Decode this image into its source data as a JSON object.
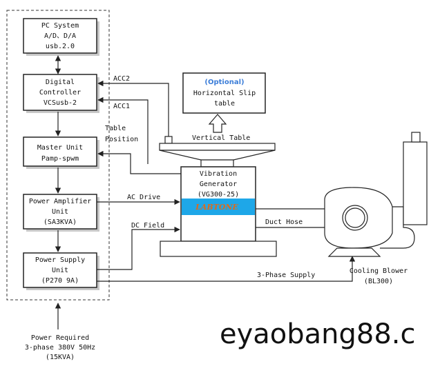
{
  "blocks": {
    "pc": [
      "PC System",
      "A/D、D/A",
      "usb.2.0"
    ],
    "controller": [
      "Digital",
      "Controller",
      "VCSusb-2"
    ],
    "master": [
      "Master Unit",
      "Pamp-spwm"
    ],
    "amplifier": [
      "Power Amplifier",
      "Unit",
      "(SA3KVA)"
    ],
    "supply": [
      "Power Supply",
      "Unit",
      "(P270 9A)"
    ],
    "slip": {
      "optional": "(Optional)",
      "line1": "Horizontal Slip",
      "line2": "table"
    },
    "generator": [
      "Vibration",
      "Generator",
      "(VG300-25)"
    ],
    "brand": "LABTONE"
  },
  "labels": {
    "acc2": "ACC2",
    "acc1": "ACC1",
    "table_position": [
      "Table",
      "Position"
    ],
    "vertical_table": "Vertical Table",
    "ac_drive": "AC Drive",
    "dc_field": "DC Field",
    "duct_hose": "Duct Hose",
    "three_phase": "3-Phase Supply",
    "blower": [
      "Cooling Blower",
      "(BL300)"
    ],
    "power_required": [
      "Power Required",
      "3-phase 380V 50Hz",
      "(15KVA)"
    ]
  },
  "colors": {
    "optional_text": "#3b7dd8",
    "generator_band": "#1ea7e8",
    "brand_text": "#e06a1a"
  },
  "watermark": "eyaobang88.c"
}
